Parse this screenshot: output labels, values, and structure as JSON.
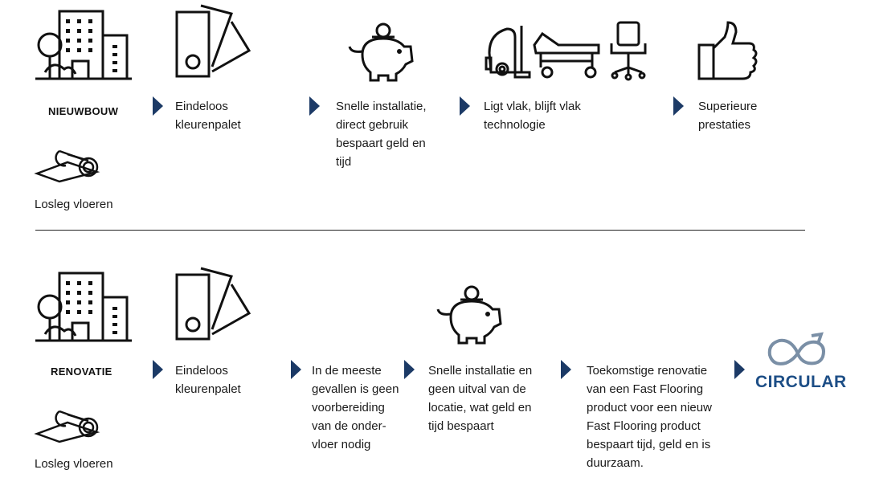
{
  "colors": {
    "arrow": "#1c3a66",
    "circular": "#1d4e86",
    "circular_icon": "#7a8fa6"
  },
  "top": {
    "label": "NIEUWBOUW",
    "sub": "Losleg vloeren",
    "steps": [
      "Eindeloos kleurenpalet",
      "Snelle installatie, direct gebruik bespaart geld en tijd",
      "Ligt vlak, blijft vlak technologie",
      "Superieure prestaties"
    ]
  },
  "bottom": {
    "label": "RENOVATIE",
    "sub": "Losleg vloeren",
    "steps": [
      "Eindeloos kleurenpalet",
      "In de meeste gevallen is geen voorbereiding van de onder-vloer nodig",
      "Snelle installatie en geen uitval van de locatie, wat geld en tijd bespaart",
      "Toekomstige renovatie van een Fast Flooring product voor een nieuw Fast Flooring product bespaart tijd, geld en is duurzaam."
    ],
    "badge": "CIRCULAR"
  }
}
